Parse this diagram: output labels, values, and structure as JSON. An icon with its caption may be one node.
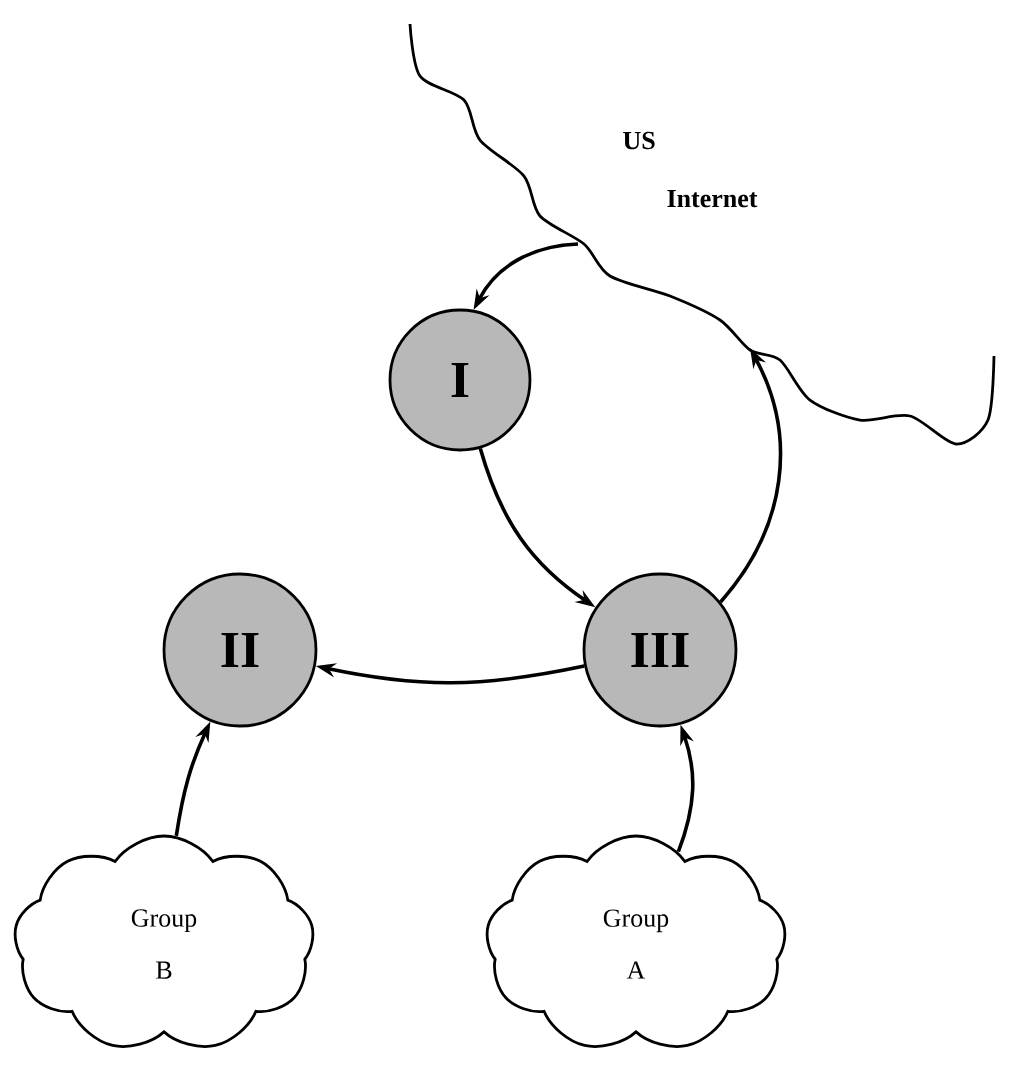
{
  "diagram": {
    "nodes": [
      {
        "text": [
          "US",
          "Internet"
        ]
      },
      {
        "text": [
          "I"
        ]
      },
      {
        "text": [
          "II"
        ]
      },
      {
        "text": [
          "III"
        ]
      },
      {
        "text": [
          "Group B"
        ]
      },
      {
        "text": [
          "Group A"
        ]
      }
    ],
    "edges": [
      {
        "from": 0,
        "to": 1,
        "arrow": "to"
      },
      {
        "from": 1,
        "to": 3,
        "arrow": "to"
      },
      {
        "from": 3,
        "to": 2,
        "arrow": "to"
      },
      {
        "from": 3,
        "to": 0,
        "arrow": "to"
      },
      {
        "from": 4,
        "to": 2,
        "arrow": "to"
      },
      {
        "from": 5,
        "to": 3,
        "arrow": "to"
      }
    ]
  }
}
